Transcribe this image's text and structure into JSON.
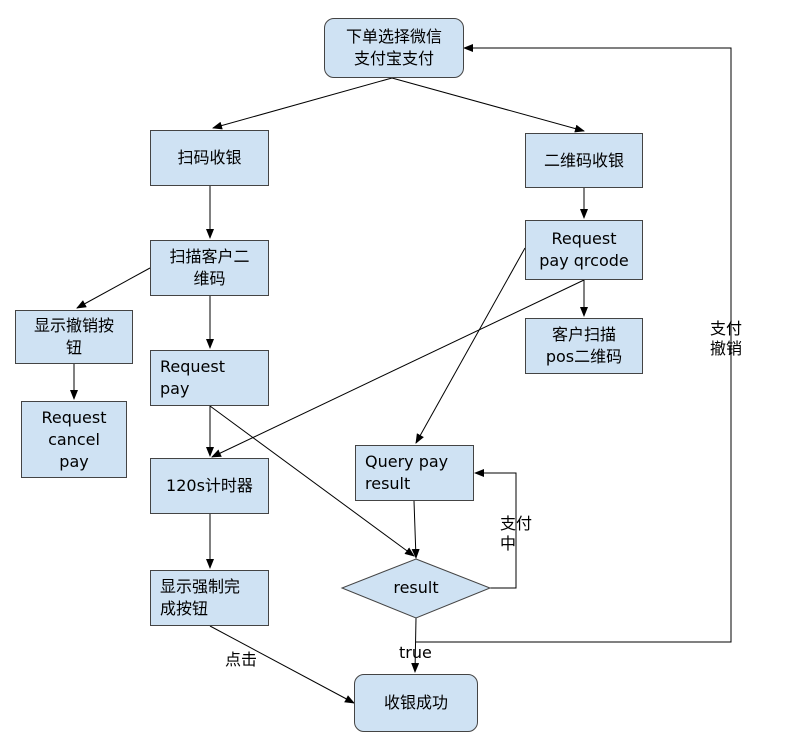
{
  "nodes": {
    "start": "下单选择微信\n支付宝支付",
    "scan_pay": "扫码收银",
    "qr_pay": "二维码收银",
    "scan_customer_qr": "扫描客户二\n维码",
    "show_cancel_btn": "显示撤销按\n钮",
    "request_cancel_pay": "Request\ncancel\npay",
    "request_pay": "Request\npay",
    "request_pay_qrcode": "Request\npay qrcode",
    "customer_scan_pos": "客户扫描\npos二维码",
    "timer_120s": "120s计时器",
    "query_pay_result": "Query pay\nresult",
    "result": "result",
    "show_force_complete_btn": "显示强制完\n成按钮",
    "pay_success": "收银成功"
  },
  "edge_labels": {
    "paying": "支付\n中",
    "true": "true",
    "click": "点击",
    "pay_cancel": "支付\n撤销"
  },
  "colors": {
    "node_fill": "#cfe2f3",
    "node_border": "#444444",
    "edge": "#000000"
  }
}
